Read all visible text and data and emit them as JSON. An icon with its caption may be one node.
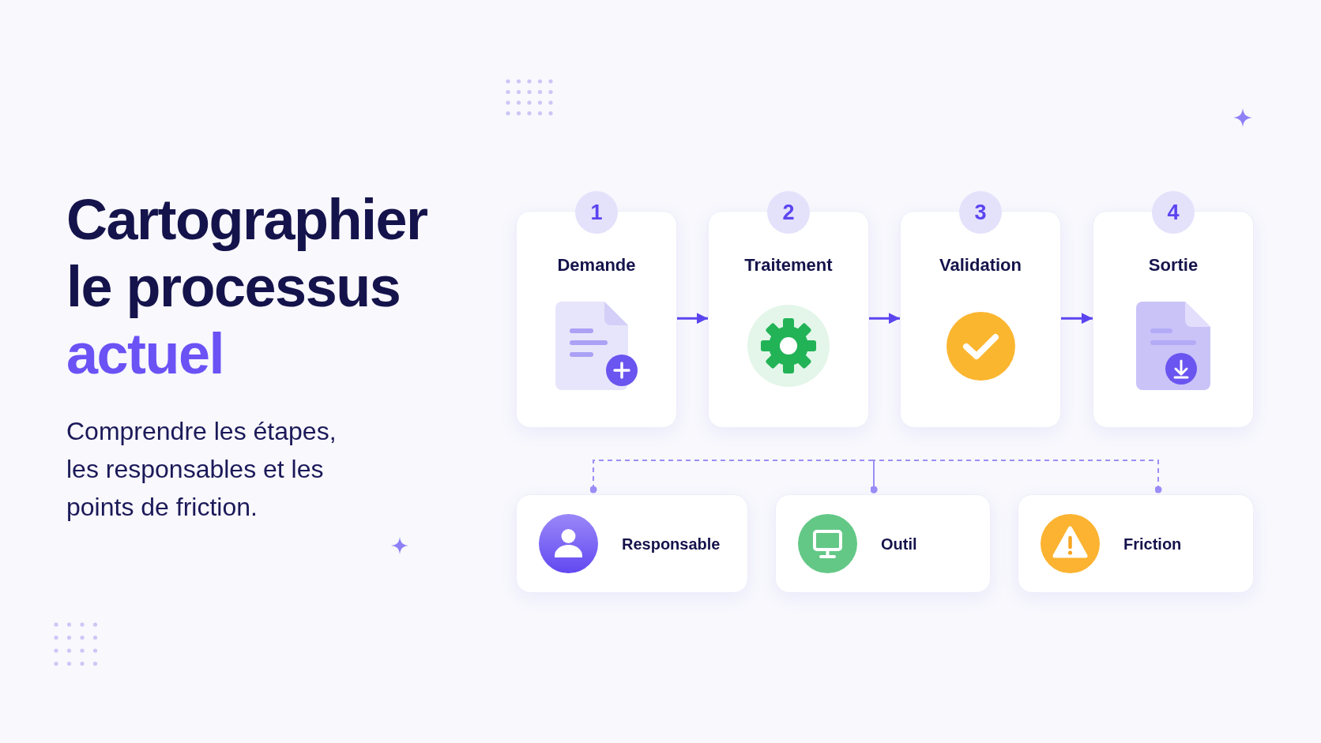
{
  "diagram": {
    "title": "Cartographier le processus actuel",
    "nodes": [
      {
        "text": [
          "1",
          "Demande"
        ]
      },
      {
        "text": [
          "2",
          "Traitement"
        ]
      },
      {
        "text": [
          "3",
          "Validation"
        ]
      },
      {
        "text": [
          "4",
          "Sortie"
        ]
      },
      {
        "text": [
          "Responsable"
        ]
      },
      {
        "text": [
          "Outil"
        ]
      },
      {
        "text": [
          "Friction"
        ]
      }
    ],
    "edges": [
      {
        "from": 0,
        "to": 1,
        "arrow": "to"
      },
      {
        "from": 1,
        "to": 2,
        "arrow": "to"
      },
      {
        "from": 2,
        "to": 3,
        "arrow": "to"
      },
      {
        "from": 4,
        "to": 5,
        "arrow": "other",
        "style": "dashed",
        "color": "#9b8ef6"
      },
      {
        "from": 5,
        "to": 6,
        "arrow": "other",
        "style": "dashed",
        "color": "#9b8ef6"
      }
    ],
    "labels": [
      "Comprendre les étapes, les responsables et les points de friction."
    ]
  }
}
